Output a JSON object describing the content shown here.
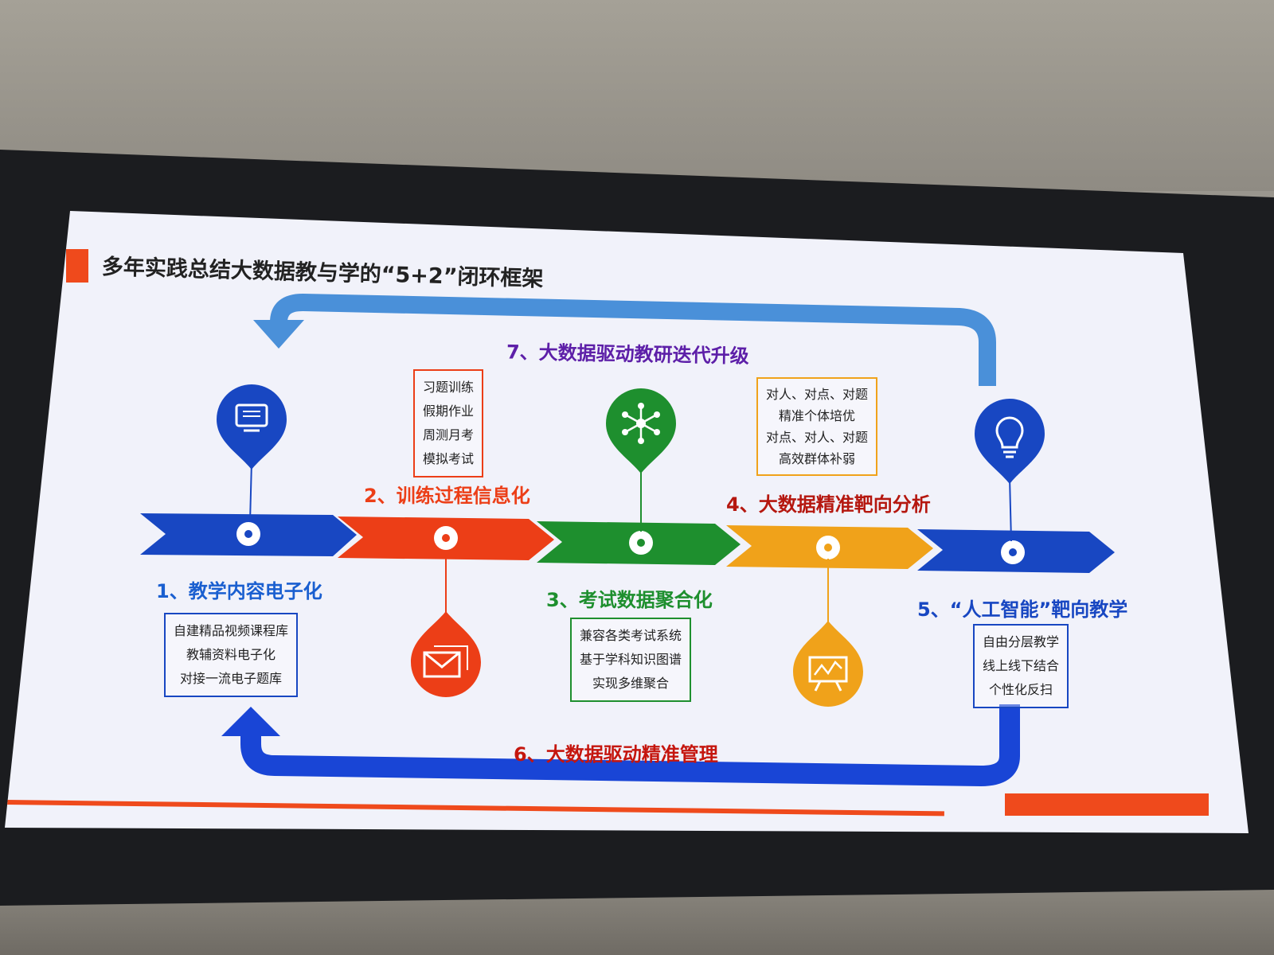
{
  "slide": {
    "title": "多年实践总结大数据教与学的“5+2”闭环框架"
  },
  "steps": [
    {
      "label": "1、教学内容电子化",
      "color": "#1847c2",
      "icon": "monitor-icon",
      "items": [
        "自建精品视频课程库",
        "教辅资料电子化",
        "对接一流电子题库"
      ]
    },
    {
      "label": "2、训练过程信息化",
      "color": "#ec3e17",
      "icon": "mail-icon",
      "items": [
        "习题训练",
        "假期作业",
        "周测月考",
        "模拟考试"
      ]
    },
    {
      "label": "3、考试数据聚合化",
      "color": "#1e8f2e",
      "icon": "network-icon",
      "items": [
        "兼容各类考试系统",
        "基于学科知识图谱",
        "实现多维聚合"
      ]
    },
    {
      "label": "4、大数据精准靶向分析",
      "color": "#b5170f",
      "icon": "chart-board-icon",
      "items": [
        "对人、对点、对题",
        "精准个体培优",
        "对点、对人、对题",
        "高效群体补弱"
      ]
    },
    {
      "label": "5、“人工智能”靶向教学",
      "color": "#1847c2",
      "icon": "lightbulb-icon",
      "items": [
        "自由分层教学",
        "线上线下结合",
        "个性化反扫"
      ]
    }
  ],
  "loops": {
    "top": {
      "label": "7、大数据驱动教研迭代升级",
      "color": "#4a90d9"
    },
    "bottom": {
      "label": "6、大数据驱动精准管理",
      "color": "#1945d6"
    }
  },
  "colors": {
    "accent": "#ef4a1c",
    "blue": "#1847c2",
    "orange_red": "#ec3e17",
    "green": "#1e8f2e",
    "amber": "#f0a21a",
    "step4_label": "#b5170f",
    "step1_label": "#1a5fd0",
    "step3_label": "#1e8f2e"
  }
}
